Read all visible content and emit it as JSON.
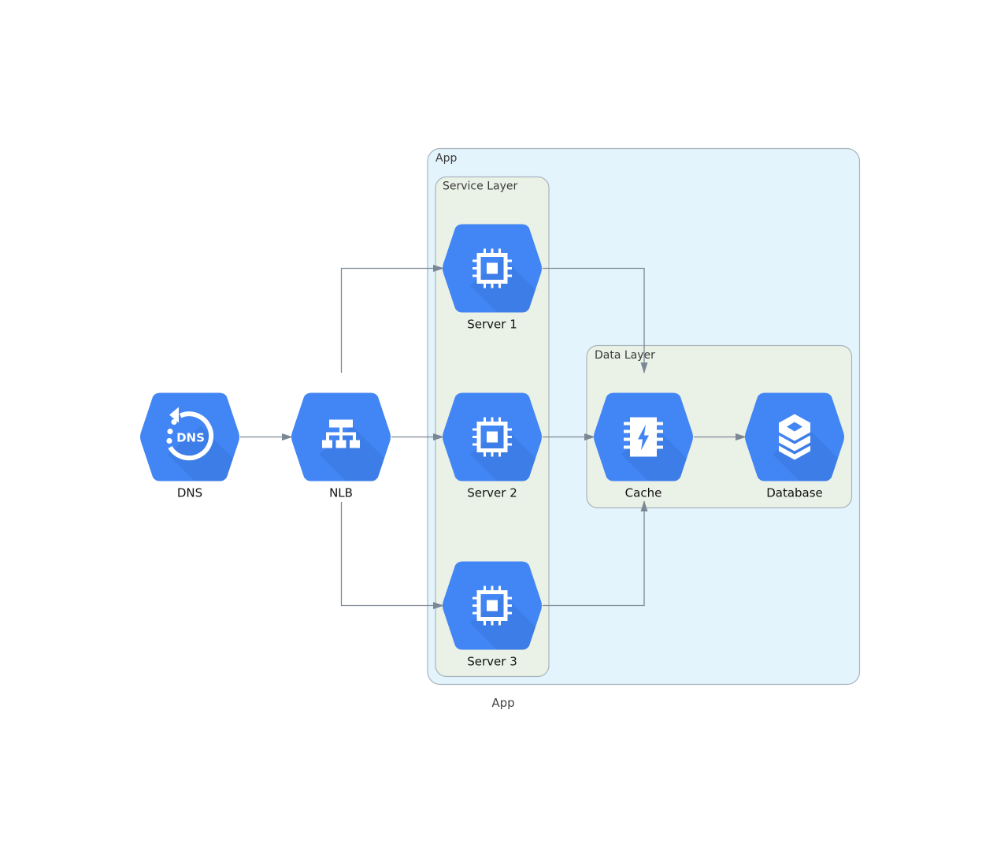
{
  "diagram": {
    "caption": "App",
    "colors": {
      "node_fill": "#4285f4",
      "node_shadow": "#3b78e0",
      "edge": "#7b8794",
      "app_fill": "#e3f4fc",
      "layer_fill": "#eaf1e6",
      "cluster_border": "#a9b4bd"
    },
    "clusters": [
      {
        "id": "app",
        "label": "App"
      },
      {
        "id": "service",
        "label": "Service Layer",
        "parent": "app"
      },
      {
        "id": "data",
        "label": "Data Layer",
        "parent": "app"
      }
    ],
    "nodes": [
      {
        "id": "dns",
        "label": "DNS",
        "icon": "dns-icon",
        "icon_text": "DNS"
      },
      {
        "id": "nlb",
        "label": "NLB",
        "icon": "load-balancer-icon"
      },
      {
        "id": "server1",
        "label": "Server 1",
        "icon": "compute-chip-icon",
        "cluster": "service"
      },
      {
        "id": "server2",
        "label": "Server 2",
        "icon": "compute-chip-icon",
        "cluster": "service"
      },
      {
        "id": "server3",
        "label": "Server 3",
        "icon": "compute-chip-icon",
        "cluster": "service"
      },
      {
        "id": "cache",
        "label": "Cache",
        "icon": "memorystore-icon",
        "cluster": "data"
      },
      {
        "id": "database",
        "label": "Database",
        "icon": "database-stack-icon",
        "cluster": "data"
      }
    ],
    "edges": [
      {
        "from": "dns",
        "to": "nlb"
      },
      {
        "from": "nlb",
        "to": "server1"
      },
      {
        "from": "nlb",
        "to": "server2"
      },
      {
        "from": "nlb",
        "to": "server3"
      },
      {
        "from": "server1",
        "to": "cache"
      },
      {
        "from": "server2",
        "to": "cache"
      },
      {
        "from": "server3",
        "to": "cache"
      },
      {
        "from": "cache",
        "to": "database"
      }
    ]
  }
}
